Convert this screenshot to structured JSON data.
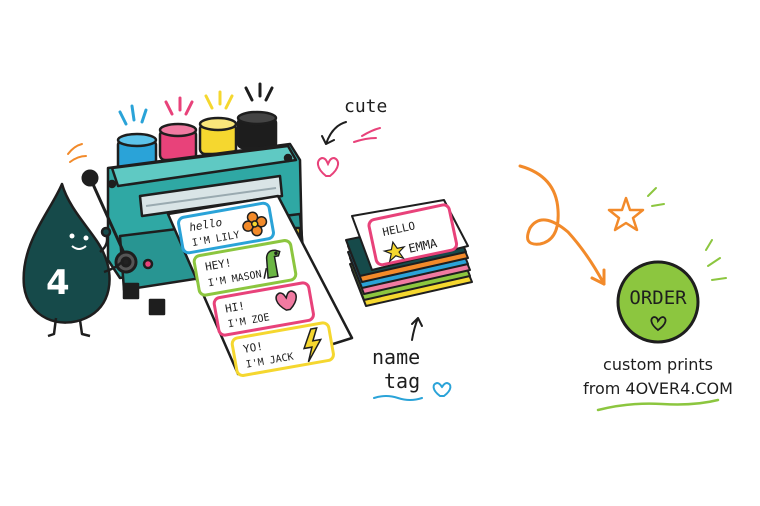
{
  "mascot": {
    "badge": "4"
  },
  "labels": [
    {
      "line1": "hello",
      "line2": "I'M LILY",
      "icon": "flower-icon"
    },
    {
      "line1": "HEY!",
      "line2": "I'M MASON",
      "icon": "dinosaur-icon"
    },
    {
      "line1": "HI!",
      "line2": "I'M ZOE",
      "icon": "heart-icon"
    },
    {
      "line1": "YO!",
      "line2": "I'M JACK",
      "icon": "lightning-icon"
    }
  ],
  "stack_card": {
    "line1": "HELLO",
    "line2": "EMMA",
    "icon": "star-icon"
  },
  "annotations": {
    "cute": "cute",
    "name": "name",
    "tag": "tag"
  },
  "order": {
    "button_label": "ORDER",
    "caption_line1": "custom prints",
    "caption_line2": "from 4OVER4.COM"
  },
  "colors": {
    "cyan_ink": "#2aa3d8",
    "magenta_ink": "#e8427a",
    "yellow_ink": "#f5d72f",
    "black_ink": "#1d1d1d",
    "machine": "#2fa8a4",
    "mascot": "#164a4a",
    "order_green": "#8cc63f",
    "accent_orange": "#f28a2a"
  }
}
